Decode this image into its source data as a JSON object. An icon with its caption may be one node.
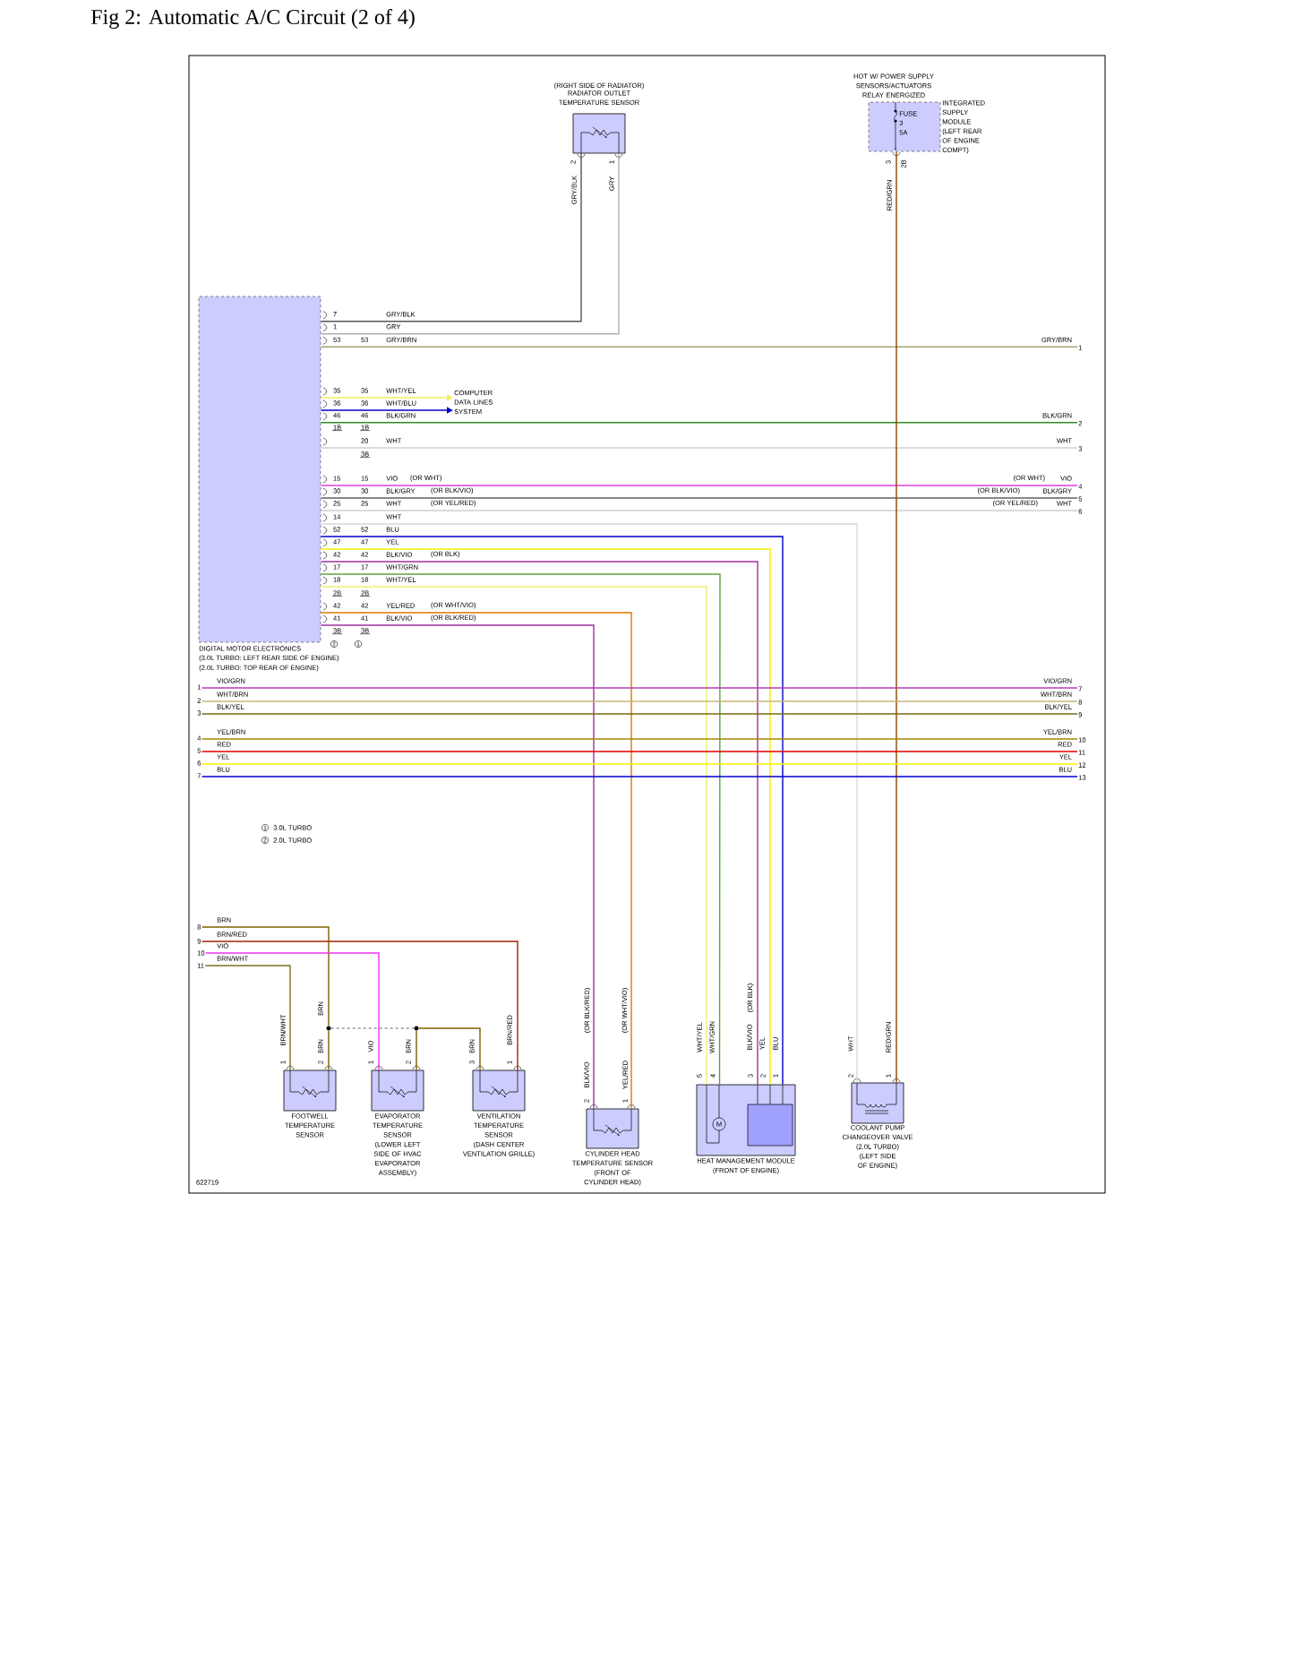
{
  "diagram": {
    "title": "Fig 2: Automatic A/C Circuit (2 of 4)",
    "nodes": [
      {
        "text": [
          "DIGITAL MOTOR ELECTRONICS",
          "(3.0L TURBO: LEFT REAR SIDE OF ENGINE)",
          "(2.0L TURBO: TOP REAR OF ENGINE)"
        ]
      },
      {
        "text": [
          "(RIGHT SIDE OF RADIATOR)",
          "RADIATOR OUTLET TEMPERATURE SENSOR"
        ]
      },
      {
        "text": [
          "FUSE 3 5A",
          "INTEGRATED SUPPLY MODULE (LEFT REAR OF ENGINE COMPT)"
        ],
        "beside": [
          "HOT W/ POWER SUPPLY SENSORS/ACTUATORS RELAY ENERGIZED"
        ]
      },
      {
        "text": [
          "COMPUTER DATA LINES SYSTEM"
        ]
      },
      {
        "text": [
          "FOOTWELL TEMPERATURE SENSOR"
        ]
      },
      {
        "text": [
          "EVAPORATOR TEMPERATURE SENSOR",
          "(LOWER LEFT SIDE OF HVAC EVAPORATOR ASSEMBLY)"
        ]
      },
      {
        "text": [
          "VENTILATION TEMPERATURE SENSOR",
          "(DASH CENTER VENTILATION GRILLE)"
        ]
      },
      {
        "text": [
          "CYLINDER HEAD TEMPERATURE SENSOR",
          "(FRONT OF CYLINDER HEAD)"
        ]
      },
      {
        "text": [
          "HEAT MANAGEMENT MODULE",
          "(FRONT OF ENGINE)"
        ]
      },
      {
        "text": [
          "COOLANT PUMP CHANGEOVER VALVE",
          "(2.0L TURBO)",
          "(LEFT SIDE OF ENGINE)"
        ]
      },
      {
        "text": [],
        "shape": "circle"
      },
      {
        "text": [],
        "shape": "circle"
      },
      {
        "text": [
          "M"
        ],
        "in": 8
      },
      {
        "text": [
          "1"
        ]
      },
      {
        "text": [
          "2"
        ]
      },
      {
        "text": [
          "3"
        ]
      },
      {
        "text": [
          "4"
        ]
      },
      {
        "text": [
          "5"
        ]
      },
      {
        "text": [
          "6"
        ]
      },
      {
        "text": [
          "1"
        ]
      },
      {
        "text": [
          "2"
        ]
      },
      {
        "text": [
          "3"
        ]
      },
      {
        "text": [
          "4"
        ]
      },
      {
        "text": [
          "5"
        ]
      },
      {
        "text": [
          "6"
        ]
      },
      {
        "text": [
          "7"
        ]
      },
      {
        "text": [
          "7"
        ]
      },
      {
        "text": [
          "8"
        ]
      },
      {
        "text": [
          "9"
        ]
      },
      {
        "text": [
          "10"
        ]
      },
      {
        "text": [
          "11"
        ]
      },
      {
        "text": [
          "12"
        ]
      },
      {
        "text": [
          "13"
        ]
      },
      {
        "text": [
          "8"
        ]
      },
      {
        "text": [
          "9"
        ]
      },
      {
        "text": [
          "10"
        ]
      },
      {
        "text": [
          "11"
        ]
      }
    ],
    "edges": [
      {
        "from": 0,
        "to": 1,
        "arrow": "none",
        "label": "GRY/BLK",
        "color": "#555555"
      },
      {
        "from": 0,
        "to": 1,
        "arrow": "none",
        "label": "GRY",
        "color": "#b0b0b0"
      },
      {
        "from": 0,
        "to": 13,
        "arrow": "none",
        "label": "GRY/BRN",
        "color": "#a89f70"
      },
      {
        "from": 0,
        "to": 3,
        "arrow": "to",
        "label": "WHT/YEL",
        "color": "#f0f060"
      },
      {
        "from": 0,
        "to": 3,
        "arrow": "to",
        "label": "WHT/BLU",
        "color": "#0000cc"
      },
      {
        "from": 0,
        "to": 14,
        "arrow": "none",
        "label": "BLK/GRN",
        "color": "#2e8b22"
      },
      {
        "from": 0,
        "to": 15,
        "arrow": "none",
        "label": "WHT",
        "color": "#d0d0d0"
      },
      {
        "from": 0,
        "to": 16,
        "arrow": "none",
        "label": "VIO",
        "color": "#e040e0"
      },
      {
        "from": 0,
        "to": 17,
        "arrow": "none",
        "label": "BLK/GRY",
        "color": "#606060"
      },
      {
        "from": 0,
        "to": 18,
        "arrow": "none",
        "label": "WHT",
        "color": "#d0d0d0"
      },
      {
        "from": 0,
        "to": 9,
        "arrow": "none",
        "label": "WHT",
        "color": "#d8d8d8"
      },
      {
        "from": 0,
        "to": 8,
        "arrow": "none",
        "label": "BLU",
        "color": "#0000cc"
      },
      {
        "from": 0,
        "to": 8,
        "arrow": "none",
        "label": "YEL",
        "color": "#f0f000"
      },
      {
        "from": 0,
        "to": 8,
        "arrow": "none",
        "label": "BLK/VIO",
        "color": "#a030a0"
      },
      {
        "from": 0,
        "to": 8,
        "arrow": "none",
        "label": "WHT/GRN",
        "color": "#60a040"
      },
      {
        "from": 0,
        "to": 8,
        "arrow": "none",
        "label": "WHT/YEL",
        "color": "#f0f070"
      },
      {
        "from": 0,
        "to": 7,
        "arrow": "none",
        "label": "YEL/RED",
        "color": "#e07800"
      },
      {
        "from": 0,
        "to": 7,
        "arrow": "none",
        "label": "BLK/VIO",
        "color": "#a030a0"
      },
      {
        "from": 2,
        "to": 9,
        "arrow": "none",
        "label": "RED/GRN",
        "color": "#8b4500"
      },
      {
        "from": 36,
        "to": 4,
        "arrow": "none",
        "label": "BRN/WHT",
        "color": "#807020"
      },
      {
        "from": 33,
        "to": 10,
        "arrow": "none",
        "label": "BRN",
        "color": "#806000"
      },
      {
        "from": 10,
        "to": 4,
        "arrow": "none",
        "label": "BRN",
        "color": "#806000"
      },
      {
        "from": 10,
        "to": 11,
        "arrow": "none",
        "style": "dashed",
        "color": "#999999"
      },
      {
        "from": 11,
        "to": 5,
        "arrow": "none",
        "label": "BRN",
        "color": "#806000"
      },
      {
        "from": 11,
        "to": 6,
        "arrow": "none",
        "label": "BRN",
        "color": "#806000"
      },
      {
        "from": 35,
        "to": 5,
        "arrow": "none",
        "label": "VIO",
        "color": "#ee30ee"
      },
      {
        "from": 34,
        "to": 6,
        "arrow": "none",
        "label": "BRN/RED",
        "color": "#a02800"
      },
      {
        "from": 19,
        "to": 26,
        "arrow": "none",
        "label": "VIO/GRN",
        "color": "#b040b0"
      },
      {
        "from": 20,
        "to": 27,
        "arrow": "none",
        "label": "WHT/BRN",
        "color": "#c8b478"
      },
      {
        "from": 21,
        "to": 28,
        "arrow": "none",
        "label": "BLK/YEL",
        "color": "#7a6a10"
      },
      {
        "from": 22,
        "to": 29,
        "arrow": "none",
        "label": "YEL/BRN",
        "color": "#a08800"
      },
      {
        "from": 23,
        "to": 30,
        "arrow": "none",
        "label": "RED",
        "color": "#e00000"
      },
      {
        "from": 24,
        "to": 31,
        "arrow": "none",
        "label": "YEL",
        "color": "#f5f500"
      },
      {
        "from": 25,
        "to": 32,
        "arrow": "none",
        "label": "BLU",
        "color": "#0000cc"
      }
    ],
    "labels": [
      "2",
      "GRY/BLK",
      "1",
      "GRY",
      "3",
      "2B",
      "7",
      "1",
      "53",
      "53",
      "GRY/BRN",
      "35",
      "35",
      "36",
      "36",
      "46",
      "46",
      "BLK/GRN",
      "1B",
      "1B",
      "20",
      "WHT",
      "3B",
      "15",
      "15",
      "(OR WHT)",
      "(OR WHT)",
      "VIO",
      "30",
      "30",
      "(OR BLK/VIO)",
      "(OR BLK/VIO)",
      "BLK/GRY",
      "25",
      "25",
      "(OR YEL/RED)",
      "(OR YEL/RED)",
      "WHT",
      "14",
      "52",
      "52",
      "47",
      "47",
      "42",
      "42",
      "(OR BLK)",
      "17",
      "17",
      "18",
      "18",
      "2B",
      "2B",
      "42",
      "42",
      "(OR WHT/VIO)",
      "41",
      "41",
      "(OR BLK/RED)",
      "3B",
      "3B",
      "2",
      "1",
      "VIO/GRN",
      "WHT/BRN",
      "BLK/YEL",
      "YEL/BRN",
      "RED",
      "YEL",
      "BLU",
      "1",
      "2",
      "BRN",
      "BRN/WHT",
      "1",
      "2",
      "1",
      "2",
      "3",
      "1",
      "BRN/RED",
      "(OR BLK/RED)",
      "(OR WHT/VIO)",
      "BLK/VIO",
      "2",
      "YEL/RED",
      "1",
      "WHT/YEL",
      "WHT/GRN",
      "(OR BLK)",
      "BLK/VIO",
      "YEL",
      "BLU",
      "5",
      "4",
      "3",
      "2",
      "1",
      "WHT",
      "RED/GRN",
      "2",
      "1",
      "622719",
      "VIO"
    ],
    "legend": [
      {
        "text": "3.0L TURBO"
      },
      {
        "text": "2.0L TURBO"
      }
    ]
  }
}
